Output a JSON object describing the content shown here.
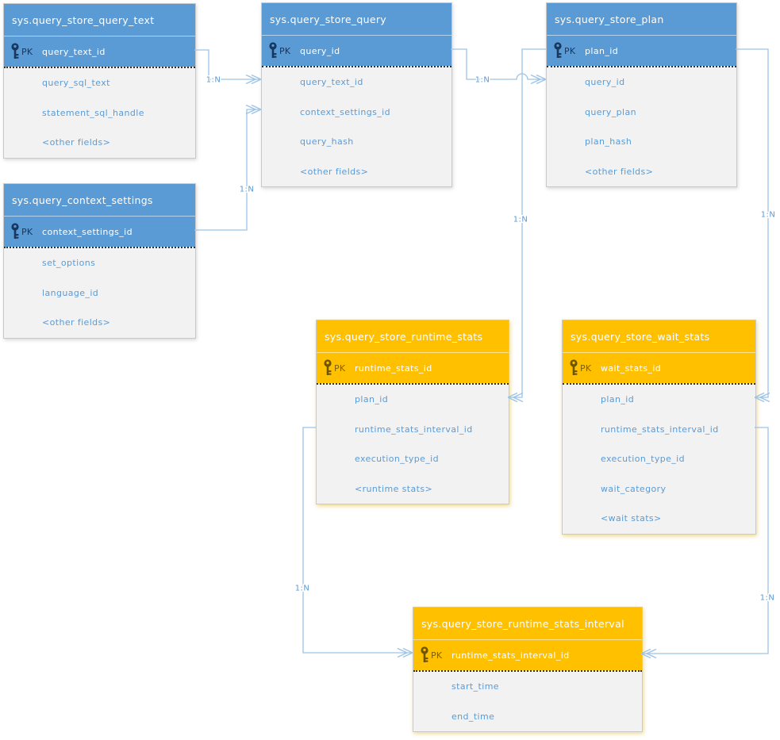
{
  "diagram": {
    "labels": {
      "pk": "PK",
      "cardinality": "1:N"
    },
    "colors": {
      "blue_header": "#5B9BD5",
      "orange_header": "#FFC000",
      "body_background": "#F2F2F2",
      "field_text": "#5B9BD5",
      "pk_text_blue": "#17375E",
      "pk_text_orange": "#7F6000",
      "title_text": "#FFFFFF",
      "connector_line": "#9DC3E6"
    },
    "entities": [
      {
        "id": "sys.query_store_query_text",
        "title": "sys.query_store_query_text",
        "theme": "blue",
        "pk_field": "query_text_id",
        "fields": [
          "query_sql_text",
          "statement_sql_handle",
          "<other fields>"
        ]
      },
      {
        "id": "sys.query_store_query",
        "title": "sys.query_store_query",
        "theme": "blue",
        "pk_field": "query_id",
        "fields": [
          "query_text_id",
          "context_settings_id",
          "query_hash",
          "<other fields>"
        ]
      },
      {
        "id": "sys.query_store_plan",
        "title": "sys.query_store_plan",
        "theme": "blue",
        "pk_field": "plan_id",
        "fields": [
          "query_id",
          "query_plan",
          "plan_hash",
          "<other fields>"
        ]
      },
      {
        "id": "sys.query_context_settings",
        "title": "sys.query_context_settings",
        "theme": "blue",
        "pk_field": "context_settings_id",
        "fields": [
          "set_options",
          "language_id",
          "<other fields>"
        ]
      },
      {
        "id": "sys.query_store_runtime_stats",
        "title": "sys.query_store_runtime_stats",
        "theme": "orange",
        "pk_field": "runtime_stats_id",
        "fields": [
          "plan_id",
          "runtime_stats_interval_id",
          "execution_type_id",
          "<runtime stats>"
        ]
      },
      {
        "id": "sys.query_store_wait_stats",
        "title": "sys.query_store_wait_stats",
        "theme": "orange",
        "pk_field": "wait_stats_id",
        "fields": [
          "plan_id",
          "runtime_stats_interval_id",
          "execution_type_id",
          "wait_category",
          "<wait stats>"
        ]
      },
      {
        "id": "sys.query_store_runtime_stats_interval",
        "title": "sys.query_store_runtime_stats_interval",
        "theme": "orange",
        "pk_field": "runtime_stats_interval_id",
        "fields": [
          "start_time",
          "end_time"
        ]
      }
    ],
    "connectors": [
      {
        "from": "sys.query_store_query_text.query_text_id",
        "to": "sys.query_store_query.query_text_id",
        "label": "1:N"
      },
      {
        "from": "sys.query_context_settings.context_settings_id",
        "to": "sys.query_store_query.context_settings_id",
        "label": "1:N"
      },
      {
        "from": "sys.query_store_query.query_id",
        "to": "sys.query_store_plan.query_id",
        "label": "1:N"
      },
      {
        "from": "sys.query_store_plan.plan_id",
        "to": "sys.query_store_runtime_stats.plan_id",
        "label": "1:N"
      },
      {
        "from": "sys.query_store_plan.plan_id",
        "to": "sys.query_store_wait_stats.plan_id",
        "label": "1:N"
      },
      {
        "from": "sys.query_store_runtime_stats.runtime_stats_interval_id",
        "to": "sys.query_store_runtime_stats_interval.runtime_stats_interval_id",
        "label": "1:N"
      },
      {
        "from": "sys.query_store_wait_stats.runtime_stats_interval_id",
        "to": "sys.query_store_runtime_stats_interval.runtime_stats_interval_id",
        "label": "1:N"
      }
    ]
  }
}
